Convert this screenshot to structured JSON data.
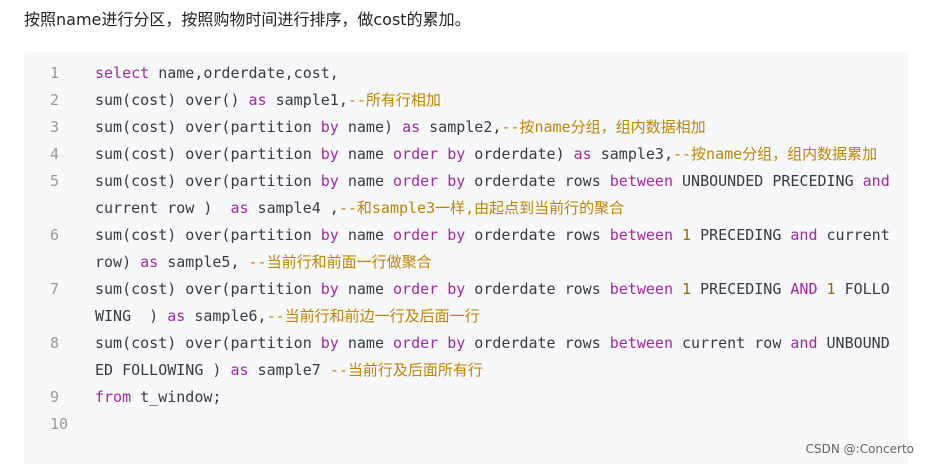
{
  "heading": "按照name进行分区，按照购物时间进行排序，做cost的累加。",
  "code": {
    "line_numbers": [
      "1",
      "2",
      "3",
      "4",
      "5",
      "6",
      "7",
      "8",
      "9",
      "10"
    ],
    "lines": [
      [
        {
          "t": "select",
          "k": "kw"
        },
        {
          "t": " name,orderdate,cost,",
          "k": ""
        }
      ],
      [
        {
          "t": "sum(cost) over() ",
          "k": ""
        },
        {
          "t": "as",
          "k": "kw"
        },
        {
          "t": " sample1,",
          "k": ""
        },
        {
          "t": "--所有行相加",
          "k": "cmt"
        }
      ],
      [
        {
          "t": "sum(cost) over(partition ",
          "k": ""
        },
        {
          "t": "by",
          "k": "kw"
        },
        {
          "t": " name) ",
          "k": ""
        },
        {
          "t": "as",
          "k": "kw"
        },
        {
          "t": " sample2,",
          "k": ""
        },
        {
          "t": "--按name分组，组内数据相加",
          "k": "cmt"
        }
      ],
      [
        {
          "t": "sum(cost) over(partition ",
          "k": ""
        },
        {
          "t": "by",
          "k": "kw"
        },
        {
          "t": " name ",
          "k": ""
        },
        {
          "t": "order",
          "k": "kw"
        },
        {
          "t": " ",
          "k": ""
        },
        {
          "t": "by",
          "k": "kw"
        },
        {
          "t": " orderdate) ",
          "k": ""
        },
        {
          "t": "as",
          "k": "kw"
        },
        {
          "t": " sample3,",
          "k": ""
        },
        {
          "t": "--按name分组，组内数据累加",
          "k": "cmt"
        }
      ],
      [
        {
          "t": "sum(cost) over(partition ",
          "k": ""
        },
        {
          "t": "by",
          "k": "kw"
        },
        {
          "t": " name ",
          "k": ""
        },
        {
          "t": "order",
          "k": "kw"
        },
        {
          "t": " ",
          "k": ""
        },
        {
          "t": "by",
          "k": "kw"
        },
        {
          "t": " orderdate rows ",
          "k": ""
        },
        {
          "t": "between",
          "k": "kw"
        },
        {
          "t": " UNBOUNDED PRECEDING ",
          "k": ""
        },
        {
          "t": "and",
          "k": "kw"
        },
        {
          "t": " current row )  ",
          "k": ""
        },
        {
          "t": "as",
          "k": "kw"
        },
        {
          "t": " sample4 ,",
          "k": ""
        },
        {
          "t": "--和sample3一样,由起点到当前行的聚合",
          "k": "cmt"
        }
      ],
      [
        {
          "t": "sum(cost) over(partition ",
          "k": ""
        },
        {
          "t": "by",
          "k": "kw"
        },
        {
          "t": " name ",
          "k": ""
        },
        {
          "t": "order",
          "k": "kw"
        },
        {
          "t": " ",
          "k": ""
        },
        {
          "t": "by",
          "k": "kw"
        },
        {
          "t": " orderdate rows ",
          "k": ""
        },
        {
          "t": "between",
          "k": "kw"
        },
        {
          "t": " ",
          "k": ""
        },
        {
          "t": "1",
          "k": "num"
        },
        {
          "t": " PRECEDING ",
          "k": ""
        },
        {
          "t": "and",
          "k": "kw"
        },
        {
          "t": " current row) ",
          "k": ""
        },
        {
          "t": "as",
          "k": "kw"
        },
        {
          "t": " sample5, ",
          "k": ""
        },
        {
          "t": "--当前行和前面一行做聚合",
          "k": "cmt"
        }
      ],
      [
        {
          "t": "sum(cost) over(partition ",
          "k": ""
        },
        {
          "t": "by",
          "k": "kw"
        },
        {
          "t": " name ",
          "k": ""
        },
        {
          "t": "order",
          "k": "kw"
        },
        {
          "t": " ",
          "k": ""
        },
        {
          "t": "by",
          "k": "kw"
        },
        {
          "t": " orderdate rows ",
          "k": ""
        },
        {
          "t": "between",
          "k": "kw"
        },
        {
          "t": " ",
          "k": ""
        },
        {
          "t": "1",
          "k": "num"
        },
        {
          "t": " PRECEDING ",
          "k": ""
        },
        {
          "t": "AND",
          "k": "kw"
        },
        {
          "t": " ",
          "k": ""
        },
        {
          "t": "1",
          "k": "num"
        },
        {
          "t": " FOLLOWING  ) ",
          "k": ""
        },
        {
          "t": "as",
          "k": "kw"
        },
        {
          "t": " sample6,",
          "k": ""
        },
        {
          "t": "--当前行和前边一行及后面一行",
          "k": "cmt"
        }
      ],
      [
        {
          "t": "sum(cost) over(partition ",
          "k": ""
        },
        {
          "t": "by",
          "k": "kw"
        },
        {
          "t": " name ",
          "k": ""
        },
        {
          "t": "order",
          "k": "kw"
        },
        {
          "t": " ",
          "k": ""
        },
        {
          "t": "by",
          "k": "kw"
        },
        {
          "t": " orderdate rows ",
          "k": ""
        },
        {
          "t": "between",
          "k": "kw"
        },
        {
          "t": " current row ",
          "k": ""
        },
        {
          "t": "and",
          "k": "kw"
        },
        {
          "t": " UNBOUNDED FOLLOWING ) ",
          "k": ""
        },
        {
          "t": "as",
          "k": "kw"
        },
        {
          "t": " sample7 ",
          "k": ""
        },
        {
          "t": "--当前行及后面所有行",
          "k": "cmt"
        }
      ],
      [
        {
          "t": "from",
          "k": "kw"
        },
        {
          "t": " t_window;",
          "k": ""
        }
      ],
      []
    ]
  },
  "watermark": "CSDN @:Concerto",
  "colors": {
    "keyword": "#a626a4",
    "number": "#986801",
    "comment": "#c18401",
    "plain": "#383a42",
    "line_number": "#999999",
    "code_background": "#f6f8fa"
  }
}
